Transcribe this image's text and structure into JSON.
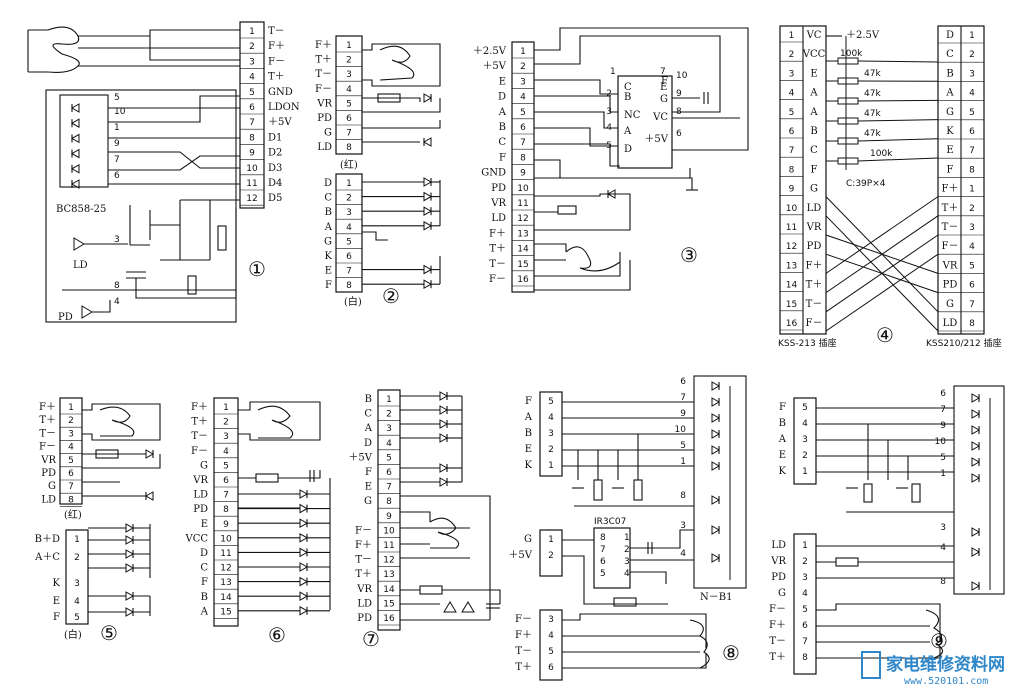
{
  "figure_numbers": [
    "①",
    "②",
    "③",
    "④",
    "⑤",
    "⑥",
    "⑦",
    "⑧",
    "⑨"
  ],
  "d1": {
    "pins": [
      "1",
      "2",
      "3",
      "4",
      "5",
      "6",
      "7",
      "8",
      "9",
      "10",
      "11",
      "12"
    ],
    "labels": [
      "T－",
      "F＋",
      "F－",
      "T＋",
      "GND",
      "LDON",
      "＋5V",
      "D1",
      "D2",
      "D3",
      "D4",
      "D5"
    ],
    "diode_pins": [
      "5",
      "10",
      "1",
      "9",
      "7",
      "6"
    ],
    "transistor_label": "BC858-25",
    "ld_label": "LD",
    "pd_label": "PD",
    "ld_pin": "3",
    "pd_pins": [
      "8",
      "4"
    ]
  },
  "d2": {
    "top_pins": [
      "1",
      "2",
      "3",
      "4",
      "5",
      "6",
      "7",
      "8"
    ],
    "top_labels": [
      "F＋",
      "T＋",
      "T－",
      "F－",
      "VR",
      "PD",
      "G",
      "LD"
    ],
    "top_caption": "(红)",
    "bot_pins": [
      "1",
      "2",
      "3",
      "4",
      "5",
      "6",
      "7",
      "8"
    ],
    "bot_labels": [
      "D",
      "C",
      "B",
      "A",
      "G",
      "K",
      "E",
      "F"
    ],
    "bot_caption": "(白)"
  },
  "d3": {
    "pins": [
      "1",
      "2",
      "3",
      "4",
      "5",
      "6",
      "7",
      "8",
      "9",
      "10",
      "11",
      "12",
      "13",
      "14",
      "15",
      "16"
    ],
    "labels": [
      "＋2.5V",
      "＋5V",
      "E",
      "D",
      "A",
      "B",
      "C",
      "F",
      "GND",
      "PD",
      "VR",
      "LD",
      "F＋",
      "T＋",
      "T－",
      "F－"
    ],
    "ic_left_pins": [
      "2",
      "3",
      "4",
      "5"
    ],
    "ic_left_labels": [
      "B",
      "NC",
      "A",
      "D"
    ],
    "ic_right_pins": [
      "10",
      "9",
      "8",
      "6"
    ],
    "ic_right_labels": [
      "F",
      "G",
      "VC",
      "＋5V"
    ],
    "ic_top_label": "C",
    "ic_top_pin": "1",
    "ic_top_pin2": "7",
    "ic_top_label2": "E"
  },
  "d4": {
    "left_pins": [
      "1",
      "2",
      "3",
      "4",
      "5",
      "6",
      "7",
      "8",
      "9",
      "10",
      "11",
      "12",
      "13",
      "14",
      "15",
      "16"
    ],
    "left_labels": [
      "VC",
      "VCC",
      "E",
      "A",
      "A",
      "B",
      "C",
      "F",
      "G",
      "LD",
      "VR",
      "PD",
      "F＋",
      "T＋",
      "T－",
      "F－"
    ],
    "right_labels": [
      "D",
      "C",
      "B",
      "A",
      "G",
      "K",
      "E",
      "F",
      "F＋",
      "T＋",
      "T－",
      "F－",
      "VR",
      "PD",
      "G",
      "LD"
    ],
    "right_pins": [
      "1",
      "2",
      "3",
      "4",
      "5",
      "6",
      "7",
      "8",
      "1",
      "2",
      "3",
      "4",
      "5",
      "6",
      "7",
      "8"
    ],
    "supply": "＋2.5V",
    "resistors": [
      "100k",
      "47k",
      "47k",
      "47k",
      "47k",
      "100k"
    ],
    "cap_label": "C:39P×4",
    "left_caption": "KSS-213 插座",
    "right_caption": "KSS210/212 插座"
  },
  "d5": {
    "top_pins": [
      "1",
      "2",
      "3",
      "4",
      "5",
      "6",
      "7",
      "8"
    ],
    "top_labels": [
      "F＋",
      "T＋",
      "T－",
      "F－",
      "VR",
      "PD",
      "G",
      "LD"
    ],
    "top_caption": "(红)",
    "bot_pins": [
      "1",
      "2",
      "3",
      "4",
      "5"
    ],
    "bot_labels": [
      "B＋D",
      "A＋C",
      "K",
      "E",
      "F"
    ],
    "bot_caption": "(白)"
  },
  "d6": {
    "pins": [
      "1",
      "2",
      "3",
      "4",
      "5",
      "6",
      "7",
      "8",
      "9",
      "10",
      "11",
      "12",
      "13",
      "14",
      "15"
    ],
    "labels": [
      "F＋",
      "T＋",
      "T－",
      "F－",
      "G",
      "VR",
      "LD",
      "PD",
      "E",
      "VCC",
      "D",
      "C",
      "F",
      "B",
      "A"
    ]
  },
  "d7": {
    "pins": [
      "1",
      "2",
      "3",
      "4",
      "5",
      "6",
      "7",
      "8",
      "9",
      "10",
      "11",
      "12",
      "13",
      "14",
      "15",
      "16"
    ],
    "labels": [
      "B",
      "C",
      "A",
      "D",
      "＋5V",
      "F",
      "E",
      "G",
      "",
      "F－",
      "F＋",
      "T－",
      "T＋",
      "VR",
      "LD",
      "PD"
    ]
  },
  "d8": {
    "top_pins": [
      "5",
      "4",
      "3",
      "2",
      "1"
    ],
    "top_labels": [
      "F",
      "A",
      "B",
      "E",
      "K"
    ],
    "mid_pins": [
      "1",
      "2"
    ],
    "mid_labels": [
      "G",
      "＋5V"
    ],
    "bot_pins": [
      "3",
      "4",
      "5",
      "6"
    ],
    "bot_labels": [
      "F－",
      "F＋",
      "T－",
      "T＋"
    ],
    "ic_label": "IR3C07",
    "ic_left": [
      "8",
      "7",
      "6",
      "5"
    ],
    "ic_right": [
      "1",
      "2",
      "3",
      "4"
    ],
    "diode_pins": [
      "6",
      "7",
      "9",
      "10",
      "5",
      "1",
      "8",
      "3",
      "4"
    ],
    "module_label": "N－B1"
  },
  "d9": {
    "top_pins": [
      "5",
      "4",
      "3",
      "2",
      "1"
    ],
    "top_labels": [
      "F",
      "B",
      "A",
      "E",
      "K"
    ],
    "bot_pins": [
      "1",
      "2",
      "3",
      "4",
      "5",
      "6",
      "7",
      "8"
    ],
    "bot_labels": [
      "LD",
      "VR",
      "PD",
      "G",
      "F－",
      "F＋",
      "T－",
      "T＋"
    ],
    "diode_pins": [
      "6",
      "7",
      "9",
      "10",
      "5",
      "1",
      "3",
      "4",
      "8"
    ]
  },
  "watermark": {
    "text": "家电维修资料网",
    "url": "www.520101.com"
  }
}
